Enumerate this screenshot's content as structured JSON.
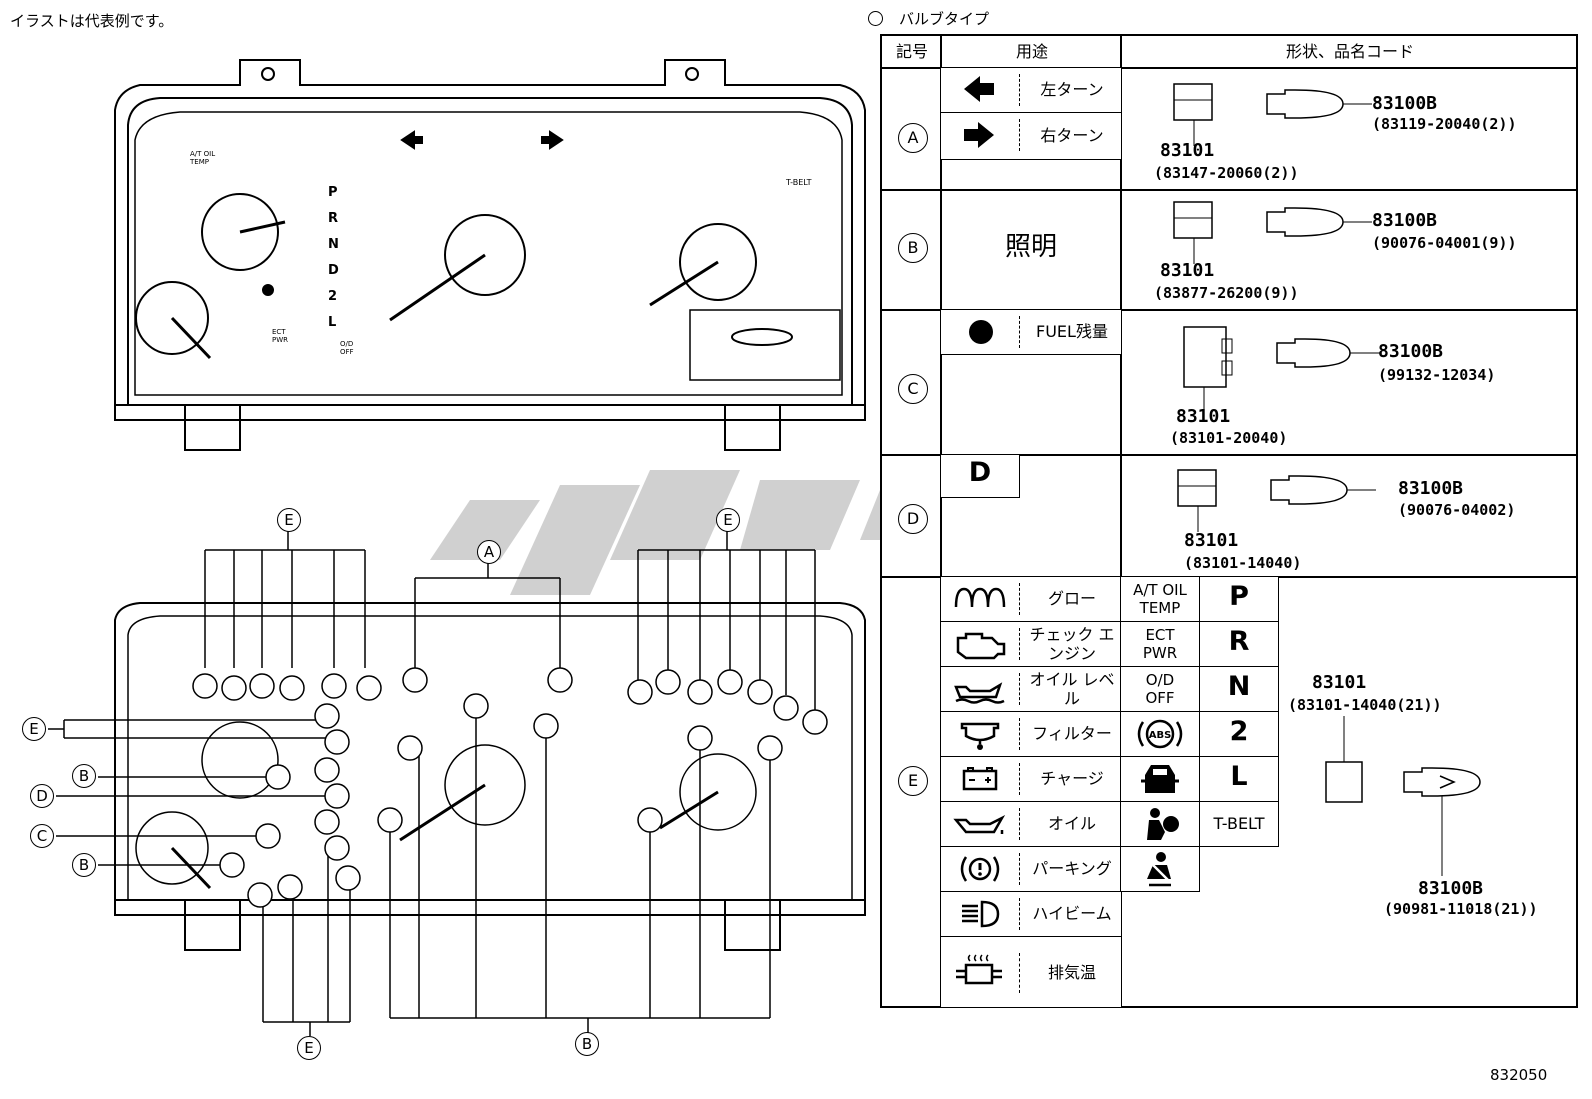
{
  "note": "イラストは代表例です。",
  "diagram_number": "832050",
  "table_title": "バルブタイプ",
  "headers": {
    "symbol": "記号",
    "usage": "用途",
    "shape": "形状、品名コード"
  },
  "rows": {
    "A": {
      "symbol": "A",
      "uses": [
        {
          "icon": "left-arrow-icon",
          "label": "左ターン"
        },
        {
          "icon": "right-arrow-icon",
          "label": "右ターン"
        }
      ],
      "socket": "83101",
      "socket_code": "(83147-20060(2))",
      "bulb": "83100B",
      "bulb_code": "(83119-20040(2))"
    },
    "B": {
      "symbol": "B",
      "usage": "照明",
      "socket": "83101",
      "socket_code": "(83877-26200(9))",
      "bulb": "83100B",
      "bulb_code": "(90076-04001(9))"
    },
    "C": {
      "symbol": "C",
      "uses": [
        {
          "icon": "filled-circle-icon",
          "label": "FUEL残量"
        }
      ],
      "socket": "83101",
      "socket_code": "(83101-20040)",
      "bulb": "83100B",
      "bulb_code": "(99132-12034)"
    },
    "D": {
      "symbol": "D",
      "usage": "D",
      "socket": "83101",
      "socket_code": "(83101-14040)",
      "bulb": "83100B",
      "bulb_code": "(90076-04002)"
    },
    "E": {
      "symbol": "E",
      "uses": [
        {
          "icon": "glow-icon",
          "label": "グロー"
        },
        {
          "icon": "engine-icon",
          "label": "チェック エンジン"
        },
        {
          "icon": "oil-level-icon",
          "label": "オイル レベル"
        },
        {
          "icon": "filter-icon",
          "label": "フィルター"
        },
        {
          "icon": "battery-icon",
          "label": "チャージ"
        },
        {
          "icon": "oil-can-icon",
          "label": "オイル"
        },
        {
          "icon": "parking-icon",
          "label": "パーキング"
        },
        {
          "icon": "high-beam-icon",
          "label": "ハイビーム"
        },
        {
          "icon": "exhaust-temp-icon",
          "label": "排気温"
        }
      ],
      "middle": [
        {
          "text": "A/T OIL TEMP"
        },
        {
          "text": "ECT PWR"
        },
        {
          "text": "O/D OFF"
        },
        {
          "icon": "abs-icon",
          "text": "ABS"
        },
        {
          "icon": "door-icon"
        },
        {
          "icon": "airbag-icon"
        },
        {
          "icon": "seatbelt-icon"
        }
      ],
      "right": [
        "P",
        "R",
        "N",
        "2",
        "L",
        "T-BELT"
      ],
      "socket": "83101",
      "socket_code": "(83101-14040(21))",
      "bulb": "83100B",
      "bulb_code": "(90981-11018(21))"
    }
  },
  "cluster": {
    "gear_letters": [
      "P",
      "R",
      "N",
      "D",
      "2",
      "L"
    ],
    "labels": {
      "at_oil": "A/T OIL TEMP",
      "ect": "ECT PWR",
      "od": "O/D OFF",
      "tbelt": "T-BELT"
    }
  },
  "callouts": {
    "A": "A",
    "B": "B",
    "C": "C",
    "D": "D",
    "E": "E"
  }
}
